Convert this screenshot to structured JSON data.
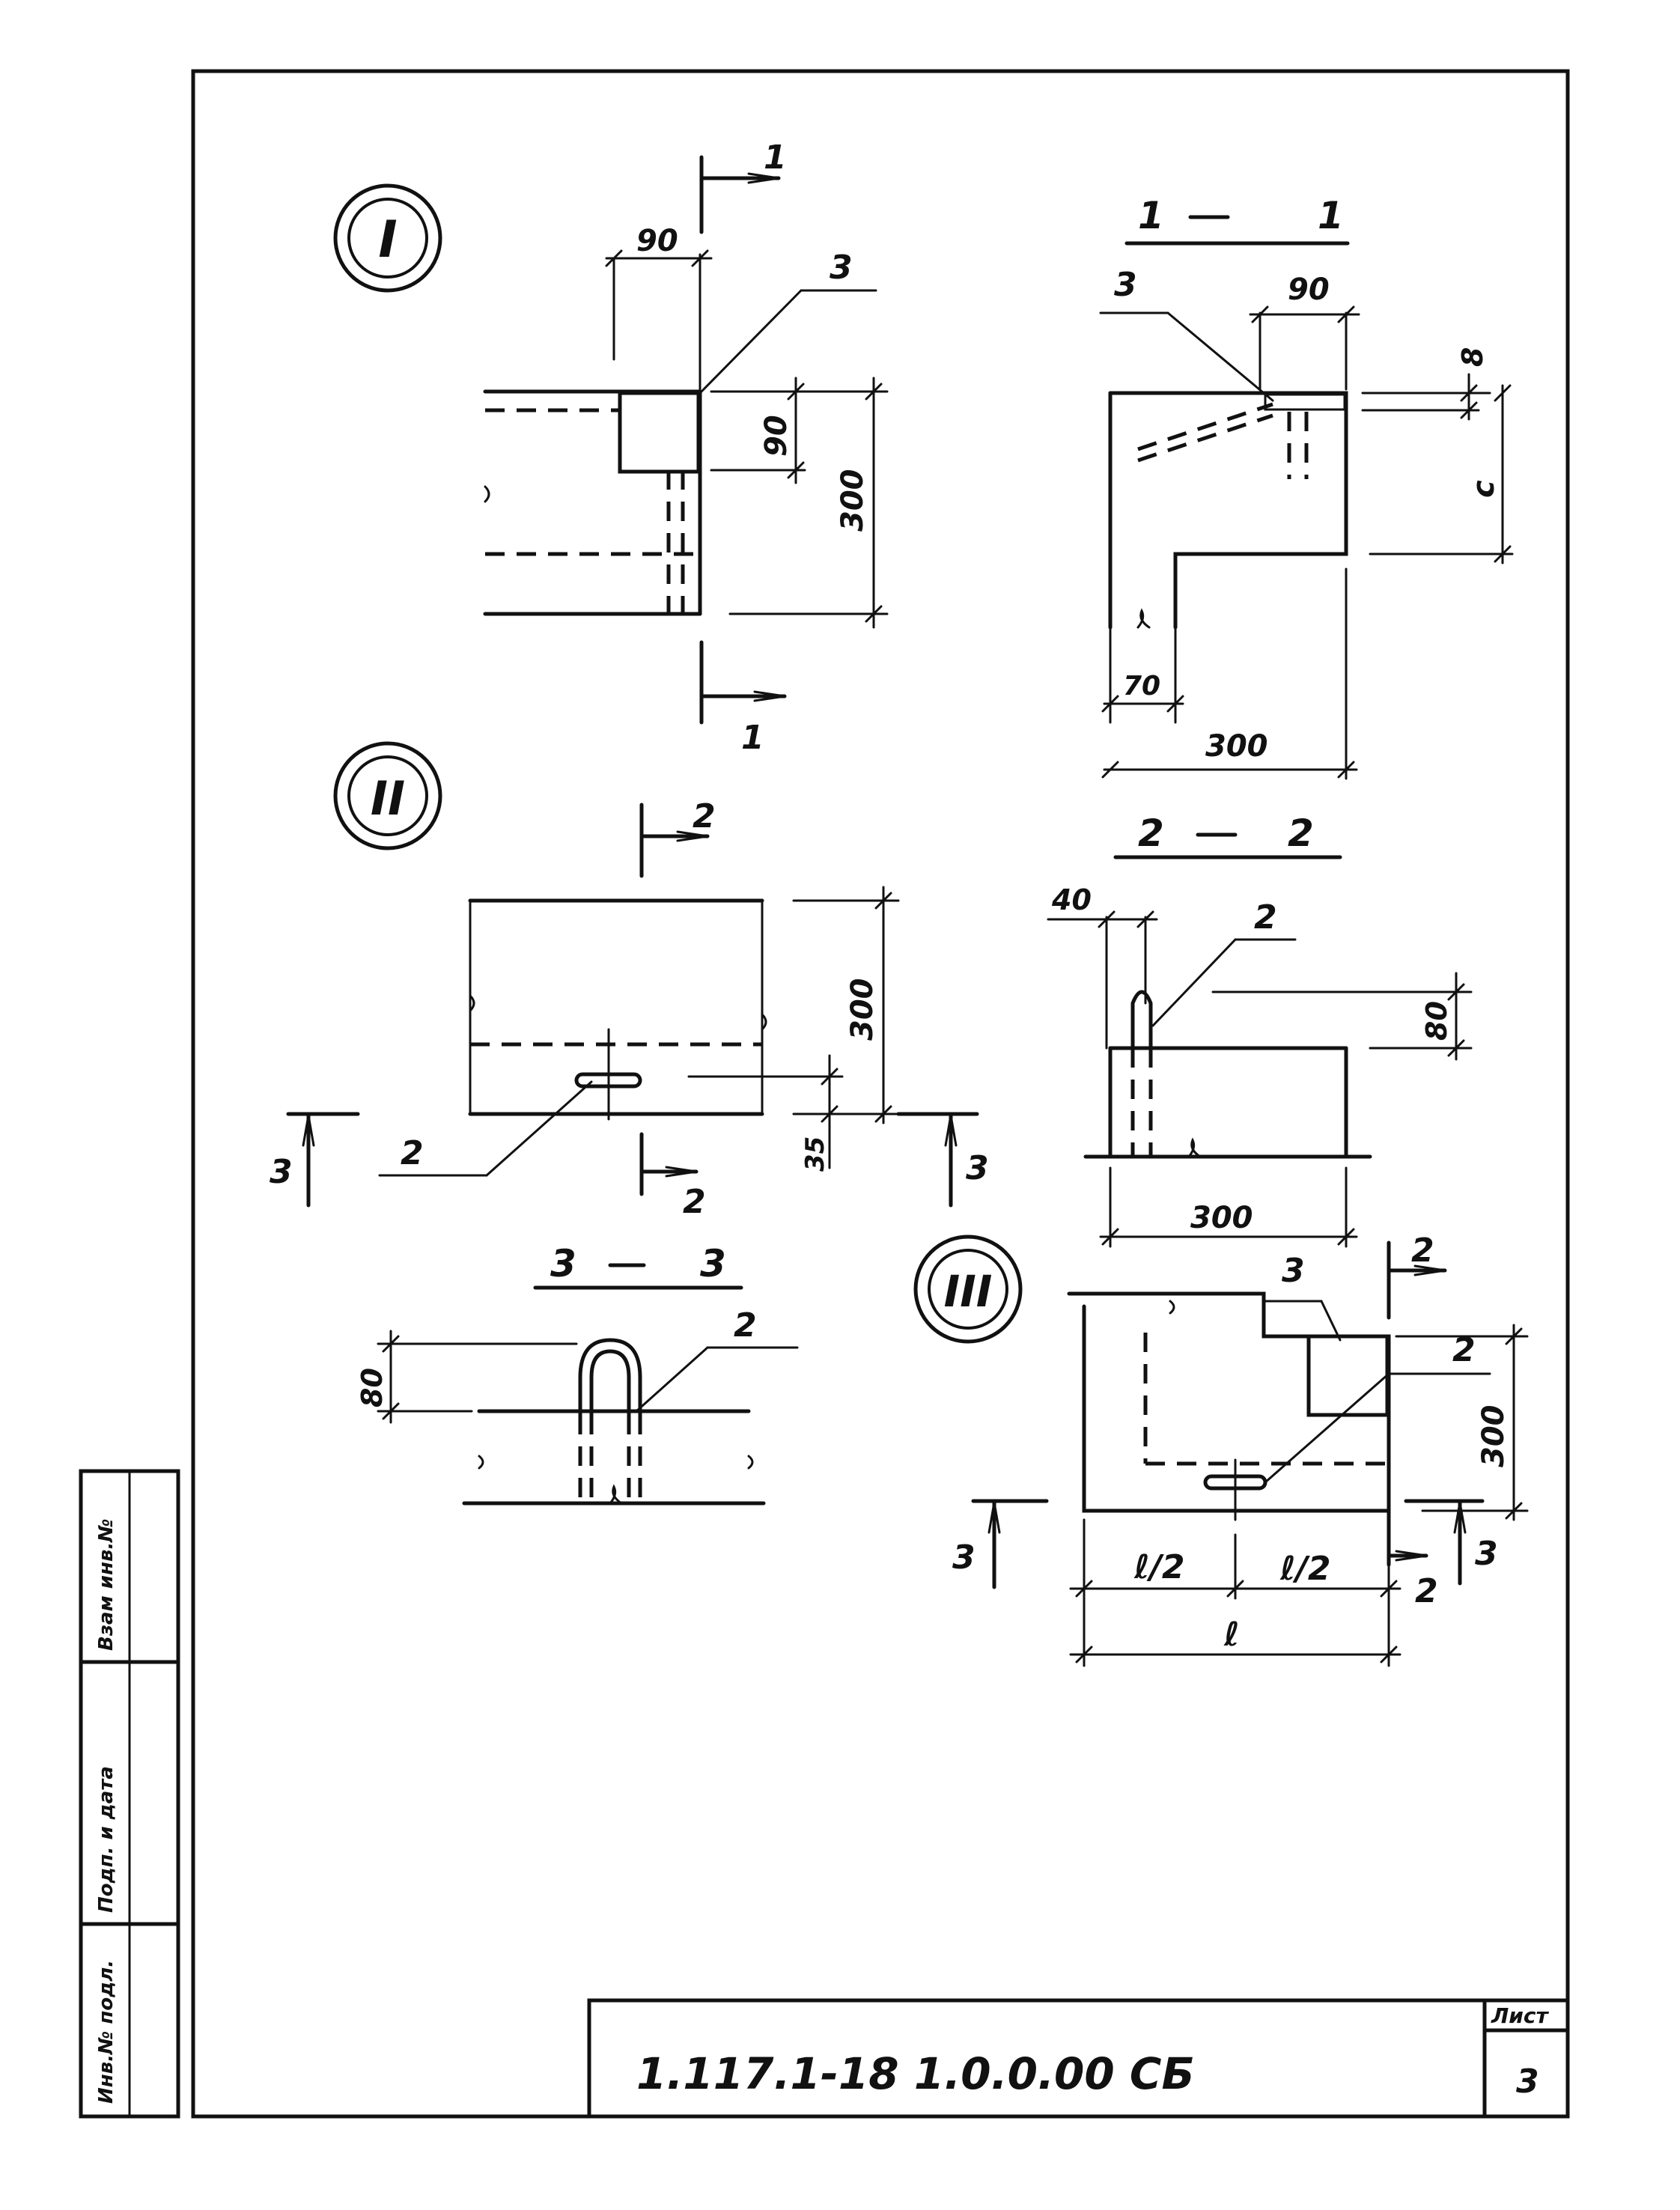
{
  "title_block": {
    "code": "1.117.1-18 1.0.0.00 СБ",
    "sheet_label": "Лист",
    "sheet_number": "3"
  },
  "side_stamp": {
    "col1": "Инв.№ подл.",
    "col2": "Подп. и дата",
    "col3": "Взам инв.№"
  },
  "views": {
    "I": {
      "marker": "I",
      "section_top": "1",
      "section_bottom": "1",
      "dim_width": "90",
      "dim_height_small": "90",
      "dim_height": "300",
      "leader": "3"
    },
    "sec_1_1": {
      "label_left": "1",
      "label_right": "1",
      "leader": "3",
      "dim_top": "90",
      "dim_b": "8",
      "dim_c": "c",
      "dim_70": "70",
      "dim_300": "300"
    },
    "II": {
      "marker": "II",
      "section_top": "2",
      "section_bottom": "2",
      "dim_height": "300",
      "dim_35": "35",
      "leader": "2",
      "cut_left": "3",
      "cut_right": "3"
    },
    "sec_2_2": {
      "label_left": "2",
      "label_right": "2",
      "dim_40": "40",
      "dim_80": "80",
      "dim_300": "300",
      "leader": "2"
    },
    "sec_3_3": {
      "label_left": "3",
      "label_right": "3",
      "dim_80": "80",
      "leader": "2"
    },
    "III": {
      "marker": "III",
      "section_top": "2",
      "section_bottom": "2",
      "leader_3": "3",
      "leader_2": "2",
      "dim_height": "300",
      "dim_half_left": "ℓ/2",
      "dim_half_right": "ℓ/2",
      "dim_total": "ℓ",
      "cut_left": "3",
      "cut_right": "3"
    }
  }
}
